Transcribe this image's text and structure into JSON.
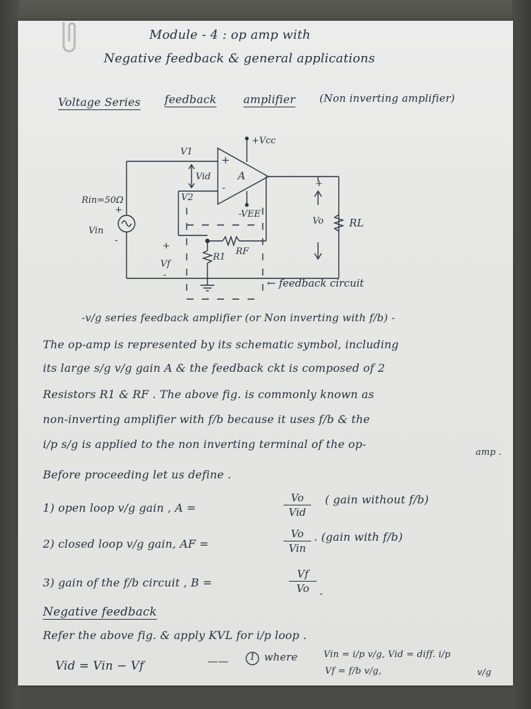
{
  "title": {
    "line1": "Module - 4 : op amp with",
    "line2": "Negative feedback & general applications"
  },
  "heading": {
    "w1": "Voltage Series",
    "w2": "feedback",
    "w3": "amplifier",
    "w4": "(Non inverting amplifier)"
  },
  "circuit": {
    "vcc": "+Vcc",
    "vee": "-VEE",
    "v1": "V1",
    "v2": "V2",
    "vid": "Vid",
    "plus_in": "+",
    "minus_in": "-",
    "gain_A": "A",
    "rin": "Rin=50Ω",
    "vin": "Vin",
    "src_plus": "+",
    "src_minus": "-",
    "vo": "Vo",
    "out_plus": "+",
    "out_minus": "",
    "rl": "RL",
    "rf": "RF",
    "r1": "R1",
    "vf": "Vf",
    "vf_plus": "+",
    "vf_minus": "-",
    "feedback_note": "← feedback circuit"
  },
  "caption": "-v/g series feedback amplifier (or Non inverting with f/b) -",
  "para": [
    "The op-amp is represented by its schematic symbol, including",
    "its large s/g v/g gain A & the feedback ckt is composed of 2",
    "Resistors R1 & RF . The above fig. is commonly known as",
    "non-inverting amplifier with f/b because it uses f/b & the",
    "i/p s/g is applied to the non inverting terminal of the op-",
    "amp ."
  ],
  "before": "Before proceeding let us define .",
  "defs": {
    "d1_label": "1) open loop v/g gain ,  A =",
    "d1_num": "Vo",
    "d1_den": "Vid",
    "d1_note": "( gain without f/b)",
    "d2_label": "2) closed loop v/g gain,  AF =",
    "d2_num": "Vo",
    "d2_den": "Vin",
    "d2_note": ". (gain with f/b)",
    "d3_label": "3) gain of the f/b circuit ,  B =",
    "d3_num": "Vf",
    "d3_den": "Vo",
    "d3_dot": "."
  },
  "neg_heading": "Negative feedback",
  "kvl": "Refer the above fig. & apply KVL for i/p loop .",
  "eq": {
    "lhs": "Vid  =  Vin − Vf",
    "dash": "——",
    "num": "1",
    "where": "where",
    "w1": "Vin = i/p v/g, Vid = diff. i/p",
    "w2": "Vf = f/b v/g,",
    "w3": "v/g"
  },
  "colors": {
    "ink": "#2b3040",
    "paper": "#e8e8e6",
    "background": "#4a4a46"
  }
}
